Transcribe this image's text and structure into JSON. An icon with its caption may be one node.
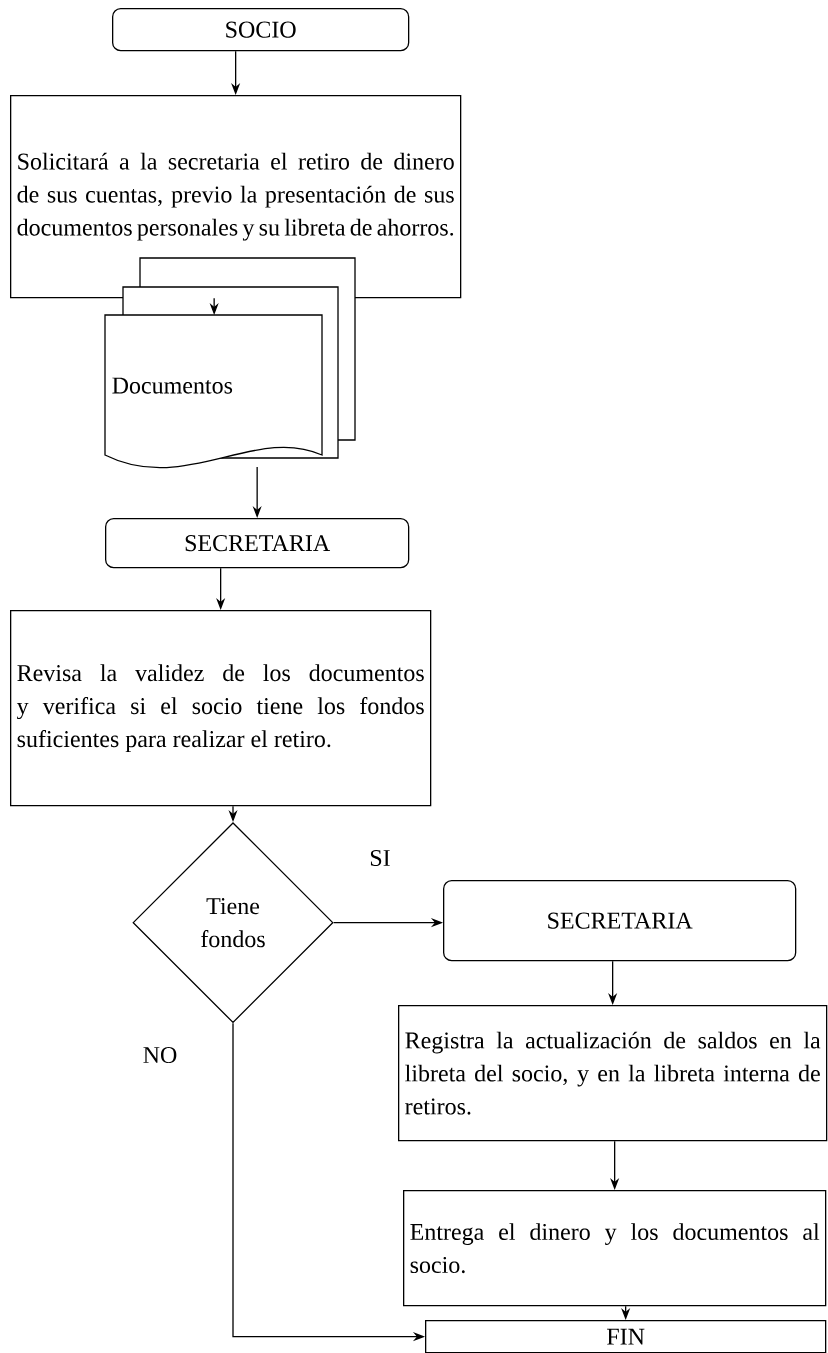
{
  "diagram": {
    "nodes": [
      {
        "text": [
          "SOCIO"
        ]
      },
      {
        "text": [
          "Solicitará a la secretaria el retiro de dinero de sus cuentas, previo la presentación de sus documentos personales y su libreta de ahorros."
        ]
      },
      {
        "text": [
          "Documentos"
        ]
      },
      {
        "text": [
          "SECRETARIA"
        ]
      },
      {
        "text": [
          "Revisa la validez de los documentos y verifica si el socio tiene los fondos suficientes para realizar el retiro."
        ]
      },
      {
        "text": [
          "Tiene fondos"
        ]
      },
      {
        "text": [
          "SECRETARIA"
        ]
      },
      {
        "text": [
          "Registra la actualización de saldos en la libreta del socio, y en la libreta interna de retiros."
        ]
      },
      {
        "text": [
          "Entrega el dinero y los documentos al socio."
        ]
      },
      {
        "text": [
          "FIN"
        ]
      }
    ],
    "edges": [
      {
        "from": 0,
        "to": 1,
        "arrow": "to"
      },
      {
        "from": 1,
        "to": 2,
        "arrow": "to"
      },
      {
        "from": 2,
        "to": 3,
        "arrow": "to"
      },
      {
        "from": 3,
        "to": 4,
        "arrow": "to"
      },
      {
        "from": 4,
        "to": 5,
        "arrow": "to"
      },
      {
        "from": 5,
        "to": 6,
        "arrow": "to",
        "label": "SI"
      },
      {
        "from": 6,
        "to": 7,
        "arrow": "to"
      },
      {
        "from": 7,
        "to": 8,
        "arrow": "to"
      },
      {
        "from": 8,
        "to": 9,
        "arrow": "to"
      },
      {
        "from": 5,
        "to": 9,
        "arrow": "to",
        "label": "NO"
      }
    ]
  }
}
